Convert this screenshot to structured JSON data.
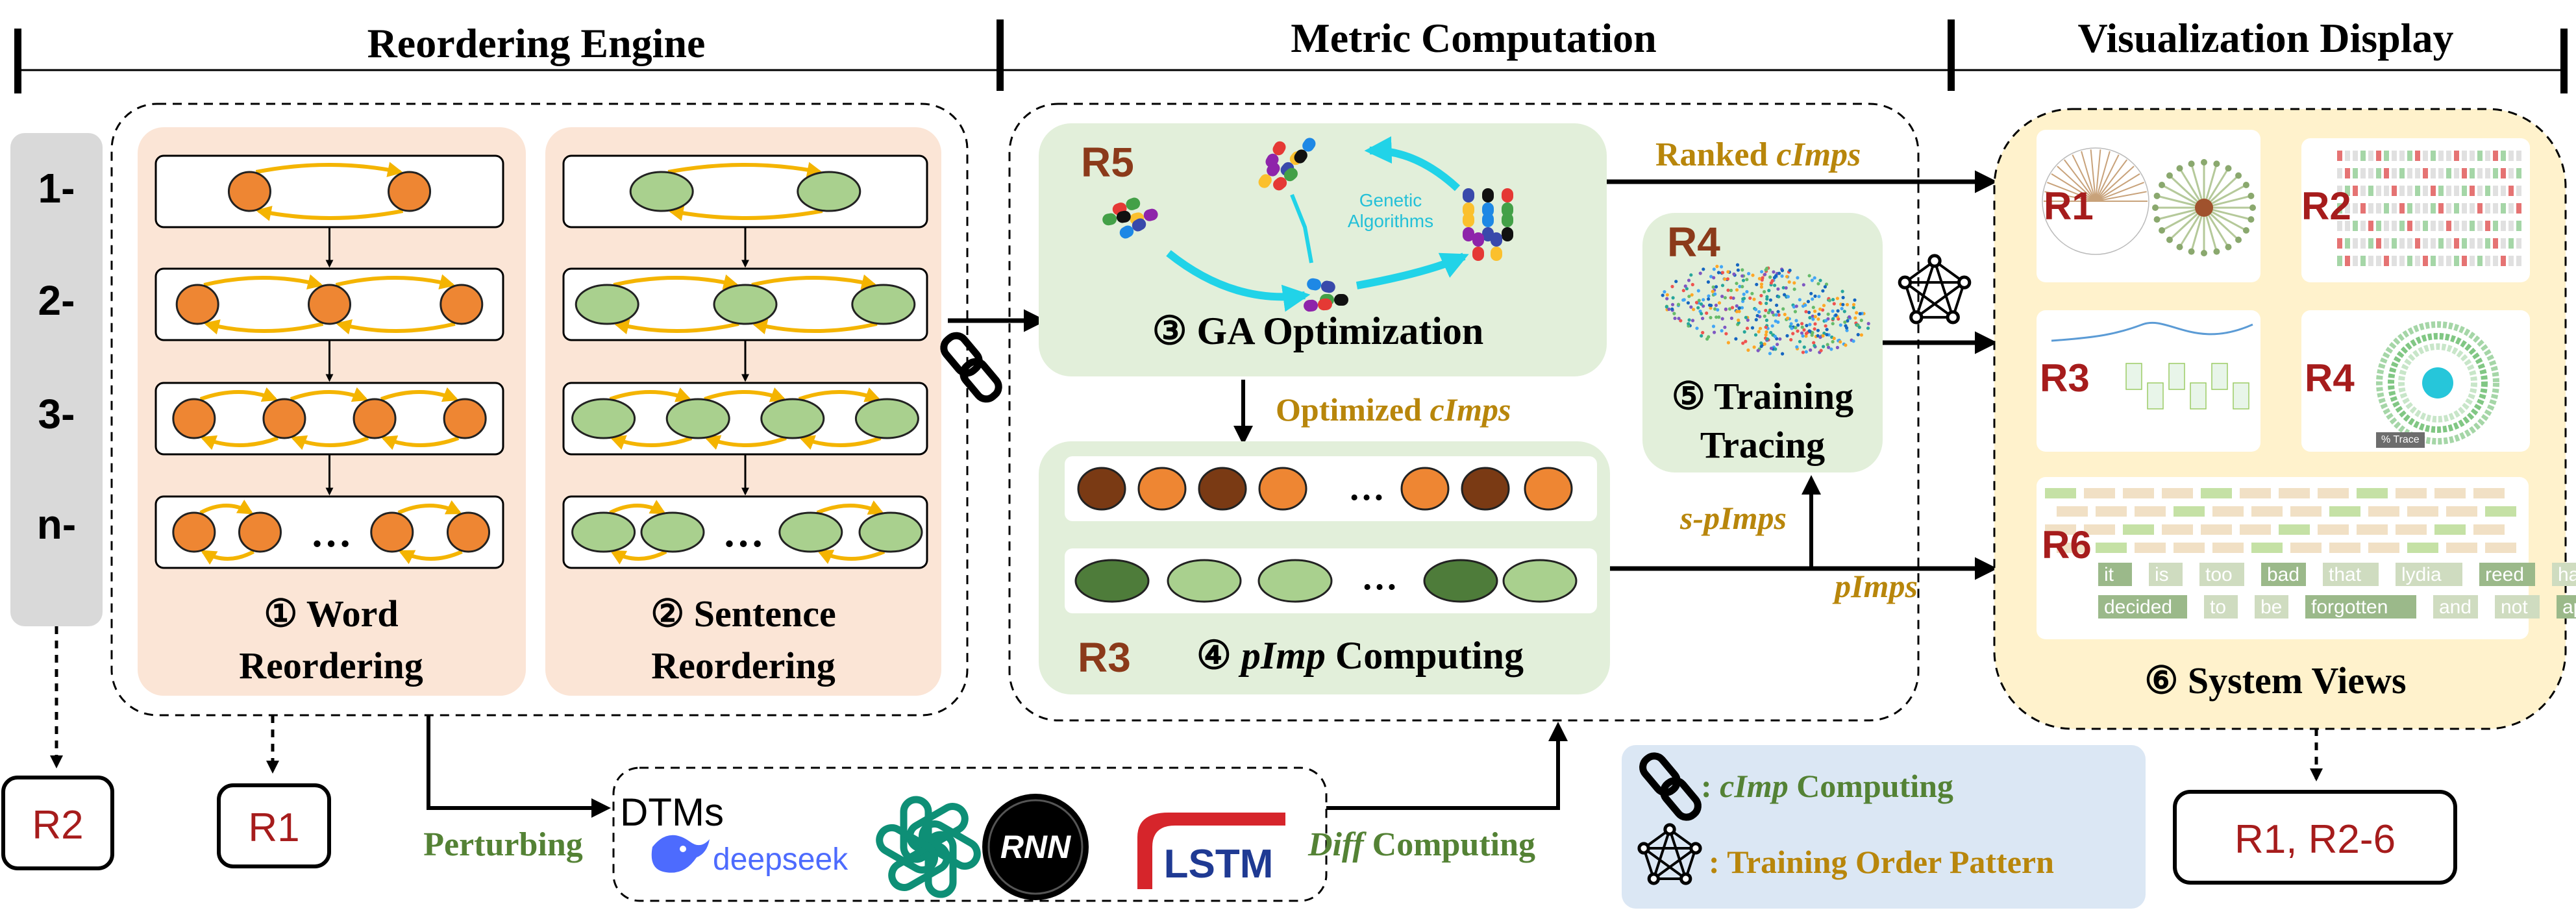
{
  "header": {
    "section_left": "Reordering Engine",
    "section_mid": "Metric Computation",
    "section_right": "Visualization Display"
  },
  "length_bar": {
    "rows": [
      "1-",
      "2-",
      "3-",
      "n-"
    ]
  },
  "word_reorder": {
    "label_line1": "① Word",
    "label_line2": "Reordering",
    "ellipsis": "…"
  },
  "sentence_reorder": {
    "label_line1": "② Sentence",
    "label_line2": "Reordering",
    "ellipsis": "…"
  },
  "ga": {
    "tag": "R5",
    "inner_text_line1": "Genetic",
    "inner_text_line2": "Algorithms",
    "label": "③ GA Optimization"
  },
  "optimized_label": {
    "prefix": "Optimized ",
    "italic": "cImps"
  },
  "pimp": {
    "tag": "R3",
    "label_prefix": "④ ",
    "label_italic": "pImp",
    "label_suffix": " Computing",
    "ellipsis": "…"
  },
  "training": {
    "tag": "R4",
    "line1": "⑤ Training",
    "line2": "Tracing"
  },
  "flow_labels": {
    "ranked_prefix": "Ranked ",
    "ranked_italic": "cImps",
    "s_pimps": "s-pImps",
    "pimps": "pImps",
    "perturbing": "Perturbing",
    "diff_italic": "Diff",
    "diff_suffix": " Computing"
  },
  "models": {
    "dtms": "DTMs",
    "deepseek": "deepseek",
    "rnn": "RNN",
    "lstm": "LSTM"
  },
  "legend": {
    "item1_prefix": ": ",
    "item1_italic": "cImp",
    "item1_suffix": " Computing",
    "item2": ": Training Order Pattern"
  },
  "system_views": {
    "label": "⑥ System Views",
    "panels": [
      "R1",
      "R2",
      "R3",
      "R4",
      "R6"
    ],
    "r4_mini_label": "% Trace",
    "r6_words_line1": [
      "it",
      "is",
      "too",
      "bad",
      "that",
      "lydia",
      "reed",
      "has"
    ],
    "r6_words_line2": [
      "decided",
      "to",
      "be",
      "forgotten",
      "and",
      "not",
      "appear"
    ]
  },
  "bottom_boxes": {
    "left": "R2",
    "mid": "R1",
    "right": "R1, R2-6"
  },
  "colors": {
    "orange_dot": "#ee8633",
    "dark_dot": "#7a3a14",
    "green_dot": "#a9d08e",
    "dark_green_dot": "#4e7c3a",
    "peach_panel": "#fbe5d6",
    "green_panel": "#e2efda",
    "yellow_panel": "#fff2cc",
    "gold_text": "#b8860b",
    "green_text": "#548235",
    "red_tag": "#a61c1c",
    "brown_tag": "#8b3a1a",
    "arrow_gold": "#f4b400"
  }
}
